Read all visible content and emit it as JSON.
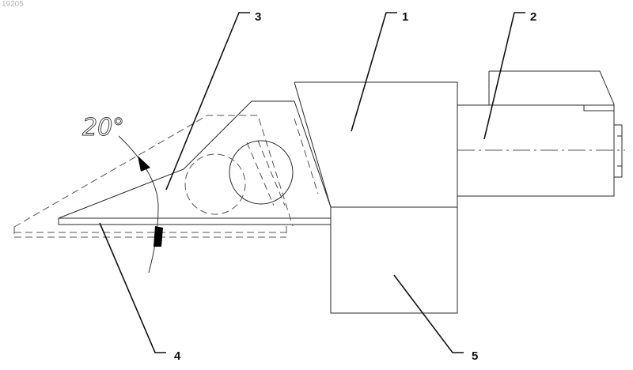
{
  "document": {
    "id_label": "19205"
  },
  "callouts": [
    {
      "id": "1",
      "label": "1"
    },
    {
      "id": "2",
      "label": "2"
    },
    {
      "id": "3",
      "label": "3"
    },
    {
      "id": "4",
      "label": "4"
    },
    {
      "id": "5",
      "label": "5"
    }
  ],
  "angle_dimension": {
    "label": "20°"
  }
}
